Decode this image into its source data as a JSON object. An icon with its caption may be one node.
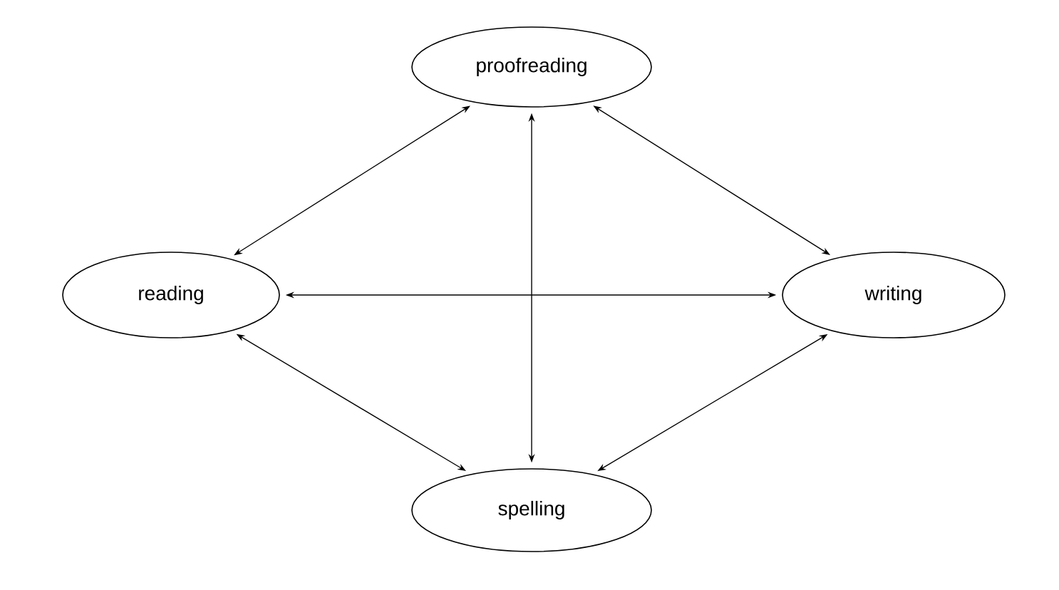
{
  "diagram": {
    "nodes": [
      {
        "text": [
          "proofreading"
        ]
      },
      {
        "text": [
          "reading"
        ]
      },
      {
        "text": [
          "writing"
        ]
      },
      {
        "text": [
          "spelling"
        ]
      }
    ],
    "edges": [
      {
        "from": 1,
        "to": 0,
        "arrow": "both"
      },
      {
        "from": 0,
        "to": 2,
        "arrow": "both"
      },
      {
        "from": 1,
        "to": 2,
        "arrow": "both"
      },
      {
        "from": 0,
        "to": 3,
        "arrow": "both"
      },
      {
        "from": 1,
        "to": 3,
        "arrow": "both"
      },
      {
        "from": 2,
        "to": 3,
        "arrow": "both"
      }
    ]
  }
}
